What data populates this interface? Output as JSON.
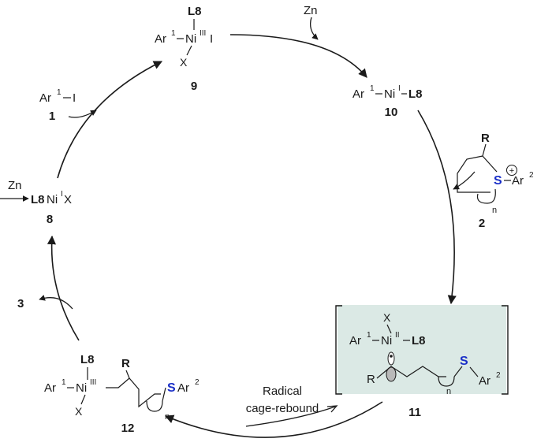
{
  "nodes": {
    "n9": {
      "number": "9",
      "ar": "Ar",
      "ar_sup": "1",
      "metal": "Ni",
      "ox": "III",
      "x_right": "I",
      "ligand_top": "L8",
      "ligand_bottom": "X"
    },
    "n10": {
      "number": "10",
      "ar": "Ar",
      "ar_sup": "1",
      "metal": "Ni",
      "ox": "I",
      "ligand": "L8"
    },
    "n8": {
      "number": "8",
      "ligand": "L8",
      "metal": "Ni",
      "ox": "I",
      "x": "X"
    },
    "n2": {
      "number": "2",
      "r": "R",
      "s": "S",
      "charge": "+",
      "ar": "Ar",
      "ar_sup": "2",
      "n": "n"
    },
    "n11": {
      "number": "11",
      "x": "X",
      "ar": "Ar",
      "ar_sup": "1",
      "metal": "Ni",
      "ox": "II",
      "ligand": "L8",
      "r": "R",
      "n": "n",
      "s": "S",
      "ar2": "Ar",
      "ar2_sup": "2"
    },
    "n12": {
      "number": "12",
      "ligand": "L8",
      "ar": "Ar",
      "ar_sup": "1",
      "metal": "Ni",
      "ox": "III",
      "x": "X",
      "r": "R",
      "n": "n",
      "s": "S",
      "ar2": "Ar",
      "ar2_sup": "2"
    }
  },
  "reagents": {
    "ar1i": {
      "ar": "Ar",
      "sup": "1",
      "i": "I",
      "number": "1"
    },
    "zn_top": "Zn",
    "zn_left": "Zn",
    "three": "3"
  },
  "labels": {
    "radical_line1": "Radical",
    "radical_line2": "cage-rebound"
  },
  "colors": {
    "box_fill": "#dbe9e5",
    "sulfur": "#1a2fc8"
  }
}
